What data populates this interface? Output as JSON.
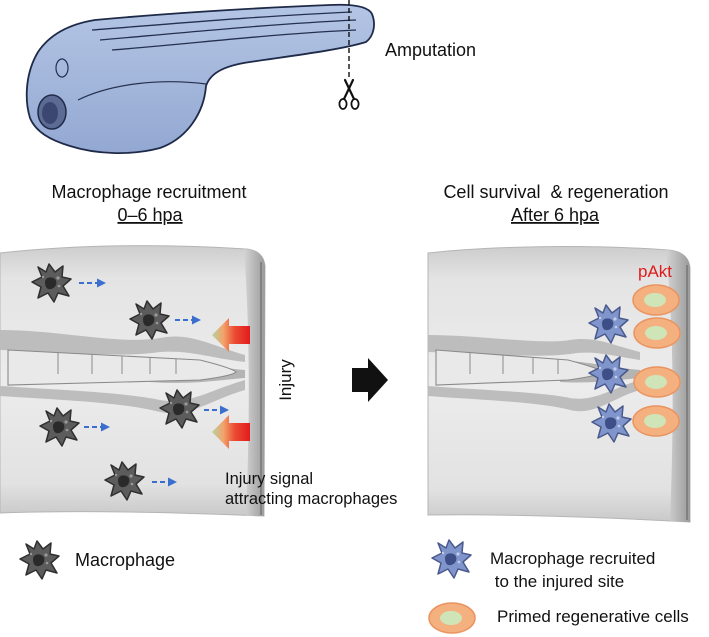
{
  "figure": {
    "amputation_label": "Amputation"
  },
  "left_panel": {
    "title": "Macrophage recruitment",
    "subtitle": "0–6 hpa",
    "injury_label": "Injury",
    "signal_label": [
      "Injury signal",
      "attracting macrophages"
    ]
  },
  "right_panel": {
    "title": "Cell survival  & regeneration",
    "subtitle": "After 6 hpa",
    "pakt_label": "pAkt"
  },
  "legend": {
    "macrophage_label": "Macrophage",
    "recruited_label": [
      "Macrophage recruited",
      " to the injured site"
    ],
    "primed_label": "Primed regenerative cells"
  },
  "icons": {
    "larva": "zebrafish-larva-icon",
    "scissors": "scissors-icon",
    "macrophage": "macrophage-icon",
    "recruited_macrophage": "recruited-macrophage-icon",
    "primed_cell": "primed-cell-icon",
    "injury_signal": "injury-signal-arrow-icon",
    "migration": "migration-arrow-icon",
    "transition": "transition-arrow-icon"
  },
  "colors": {
    "larva_fill": "#93a8d2",
    "larva_outline": "#1e2a48",
    "macrophage_resting": "#5c5c5c",
    "macrophage_recruited": "#7f95cc",
    "migration_arrow": "#3a6fd0",
    "injury_signal": "#e11c1c",
    "primed_cell": "#f5b07f",
    "primed_cell_nucleus": "#cfe5b8",
    "pakt_text": "#e01b1b",
    "tissue": "#ececec"
  }
}
